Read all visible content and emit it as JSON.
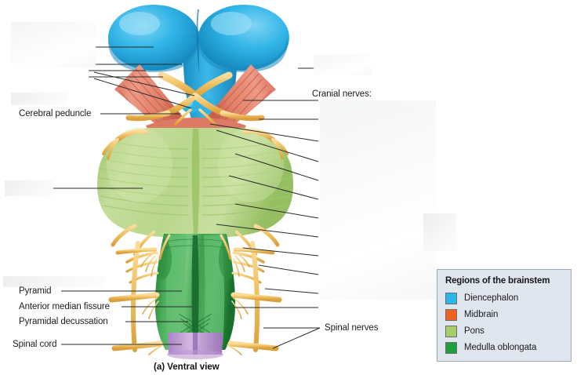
{
  "figure": {
    "caption": "(a) Ventral view"
  },
  "legend": {
    "title": "Regions of the brainstem",
    "items": [
      {
        "label": "Diencephalon",
        "color": "#29b6e8"
      },
      {
        "label": "Midbrain",
        "color": "#f0621f"
      },
      {
        "label": "Pons",
        "color": "#a8ce6a"
      },
      {
        "label": "Medulla oblongata",
        "color": "#1f9e3e"
      }
    ]
  },
  "labels": {
    "cerebral_peduncle": "Cerebral peduncle",
    "cranial_nerves_heading": "Cranial nerves:",
    "spinal_nerves": "Spinal nerves",
    "pyramid": "Pyramid",
    "anterior_median_fissure": "Anterior median fissure",
    "pyramidal_decussation": "Pyramidal decussation",
    "spinal_cord": "Spinal cord"
  },
  "colors": {
    "diencephalon": "#29b6e8",
    "diencephalon_dark": "#1b8fc4",
    "midbrain": "#e98872",
    "midbrain_dark": "#c96450",
    "pons": "#b5d486",
    "pons_dark": "#97bd63",
    "medulla": "#36a14a",
    "medulla_dark": "#1f7a33",
    "nerve_yellow": "#f3c262",
    "nerve_yellow_dark": "#d79e3c",
    "spinal_cord_purple": "#c6a6d8",
    "leader_line": "#2a2a2a",
    "legend_bg": "#dfe6ee",
    "legend_border": "#9aa6b2"
  }
}
